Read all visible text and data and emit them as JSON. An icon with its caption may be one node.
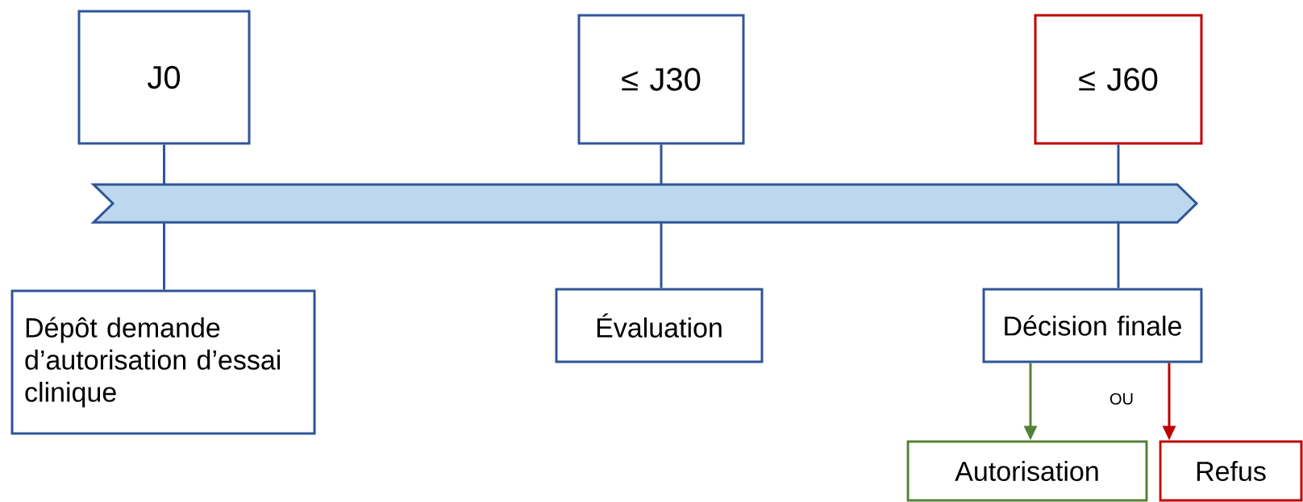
{
  "diagram": {
    "nodes": [
      {
        "text": [
          "J0"
        ]
      },
      {
        "text": [
          "≤ J30"
        ]
      },
      {
        "text": [
          "≤ J60"
        ]
      },
      {
        "text": [],
        "shape": "arrow"
      },
      {
        "text": [
          "Dépôt demande d’autorisation d’essai clinique"
        ]
      },
      {
        "text": [
          "Évaluation"
        ]
      },
      {
        "text": [
          "Décision finale"
        ]
      },
      {
        "text": [
          "Autorisation"
        ]
      },
      {
        "text": [
          "Refus"
        ]
      }
    ],
    "edges": [
      {
        "from": 0,
        "to": 3,
        "arrow": "none"
      },
      {
        "from": 3,
        "to": 4,
        "arrow": "none"
      },
      {
        "from": 1,
        "to": 3,
        "arrow": "none"
      },
      {
        "from": 3,
        "to": 5,
        "arrow": "none"
      },
      {
        "from": 2,
        "to": 3,
        "arrow": "none"
      },
      {
        "from": 3,
        "to": 6,
        "arrow": "none"
      },
      {
        "from": 6,
        "to": 7,
        "arrow": "to",
        "color": "#548235"
      },
      {
        "from": 6,
        "to": 8,
        "arrow": "to",
        "color": "#c00000"
      }
    ],
    "labels": [
      "OU"
    ]
  }
}
